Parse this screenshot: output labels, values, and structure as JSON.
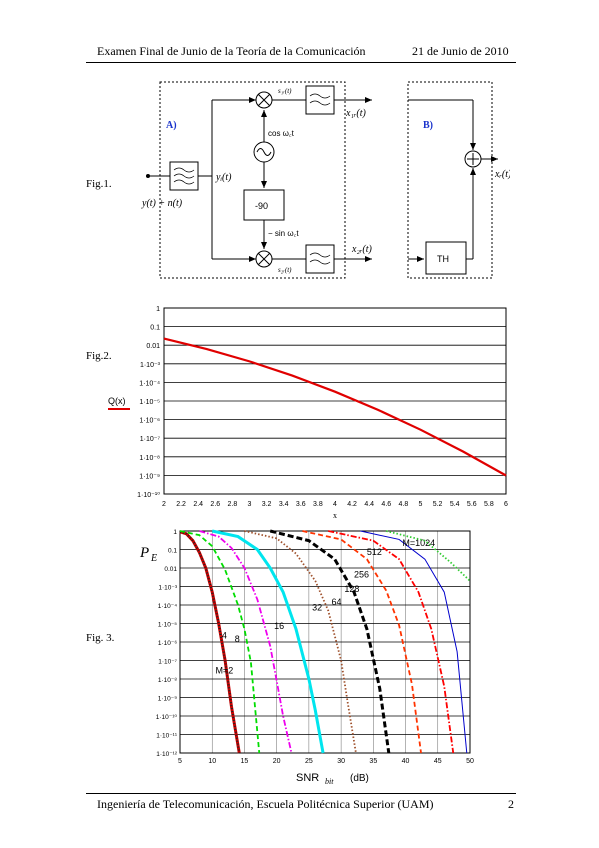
{
  "header": {
    "title": "Examen Final de Junio de la Teoría de la Comunicación",
    "date": "21 de Junio de 2010"
  },
  "footer": {
    "text": "Ingeniería de Telecomunicación, Escuela Politécnica Superior (UAM)",
    "page": "2"
  },
  "fig1": {
    "label": "Fig.1.",
    "box_a": "A)",
    "box_b": "B)",
    "input": "y(t) + n(t)",
    "yi": "yᵢ(t)",
    "s1r": "s₁ᵣ(t)",
    "x1r": "x₁ᵣ(t)",
    "cos": "cos ω꜀t",
    "shift": "-90",
    "sin": "− sin ω꜀t",
    "s2r": "s₂ᵣ(t)",
    "x2r": "x₂ᵣ(t)",
    "th": "TH",
    "xr": "xᵣ(t)"
  },
  "fig2": {
    "label": "Fig.2.",
    "legend": "Q(x)",
    "legend_color": "#e00000",
    "chart_data": {
      "type": "line",
      "xlabel": "x",
      "ylabel": "",
      "xlim": [
        2,
        6
      ],
      "ylim": [
        1e-10,
        1
      ],
      "yscale": "log",
      "grid": true,
      "x_ticks": [
        "2",
        "2.2",
        "2.4",
        "2.6",
        "2.8",
        "3",
        "3.2",
        "3.4",
        "3.6",
        "3.8",
        "4",
        "4.2",
        "4.4",
        "4.6",
        "4.8",
        "5",
        "5.2",
        "5.4",
        "5.6",
        "5.8",
        "6"
      ],
      "y_ticks": [
        "1",
        "0.1",
        "0.01",
        "1·10⁻³",
        "1·10⁻⁴",
        "1·10⁻⁵",
        "1·10⁻⁶",
        "1·10⁻⁷",
        "1·10⁻⁸",
        "1·10⁻⁹",
        "1·10⁻¹⁰"
      ],
      "series": [
        {
          "name": "Q(x)",
          "color": "#e00000",
          "x": [
            2,
            2.5,
            3,
            3.5,
            4,
            4.5,
            5,
            5.5,
            6
          ],
          "y": [
            0.0228,
            0.00621,
            0.00135,
            0.000233,
            3.17e-05,
            3.4e-06,
            2.87e-07,
            1.9e-08,
            9.87e-10
          ]
        }
      ]
    }
  },
  "fig3": {
    "label": "Fig. 3.",
    "ylabel": "P",
    "ylabel_sub": "E",
    "xlabel_main": "SNR",
    "xlabel_sub": "bit",
    "xlabel_unit": "(dB)",
    "chart_data": {
      "type": "line",
      "xlabel": "SNRbit (dB)",
      "xlim": [
        5,
        50
      ],
      "ylim": [
        1e-12,
        1
      ],
      "yscale": "log",
      "grid": true,
      "x_ticks": [
        "5",
        "10",
        "15",
        "20",
        "25",
        "30",
        "35",
        "40",
        "45",
        "50"
      ],
      "y_ticks": [
        "1",
        "0.1",
        "0.01",
        "1·10⁻³",
        "1·10⁻⁴",
        "1·10⁻⁵",
        "1·10⁻⁶",
        "1·10⁻⁷",
        "1·10⁻⁸",
        "1·10⁻⁹",
        "1·10⁻¹⁰",
        "1·10⁻¹¹",
        "1·10⁻¹²"
      ],
      "series": [
        {
          "name": "M=2",
          "label": "M=2",
          "color": "#cc0000",
          "style": "solid-thick",
          "x": [
            5,
            6,
            7,
            8,
            9,
            10,
            11,
            12,
            13,
            14.2
          ],
          "y": [
            0.9,
            0.7,
            0.3,
            0.07,
            0.01,
            0.0005,
            1e-05,
            1e-07,
            3e-10,
            1e-12
          ]
        },
        {
          "name": "4",
          "label": "4",
          "color": "#222222",
          "style": "dotted-thick",
          "x": [
            5,
            6,
            7,
            8,
            9,
            10,
            11,
            12,
            13,
            14.2
          ],
          "y": [
            0.9,
            0.7,
            0.3,
            0.07,
            0.01,
            0.0005,
            1e-05,
            1e-07,
            3e-10,
            1e-12
          ]
        },
        {
          "name": "8",
          "label": "8",
          "color": "#00dd00",
          "style": "dashed",
          "x": [
            5,
            8,
            10,
            12,
            14,
            15,
            16,
            17.3
          ],
          "y": [
            1,
            0.6,
            0.15,
            0.008,
            0.0001,
            5e-06,
            8e-08,
            1e-12
          ]
        },
        {
          "name": "16",
          "label": "16",
          "color": "#ee00ee",
          "style": "dashdot",
          "x": [
            8,
            11,
            13,
            15,
            17,
            19,
            20,
            21,
            22.3
          ],
          "y": [
            1,
            0.5,
            0.12,
            0.01,
            0.0002,
            6e-07,
            8e-09,
            1e-10,
            1e-12
          ]
        },
        {
          "name": "32",
          "label": "32",
          "color": "#00e5ee",
          "style": "solid-thick",
          "x": [
            10,
            14,
            17,
            19,
            21,
            23,
            25,
            26,
            27.2
          ],
          "y": [
            1,
            0.5,
            0.1,
            0.01,
            0.0005,
            5e-06,
            1e-08,
            2e-10,
            1e-12
          ]
        },
        {
          "name": "64",
          "label": "64",
          "color": "#a0522d",
          "style": "dotted",
          "x": [
            15,
            20,
            23,
            26,
            28,
            30,
            31,
            32.3
          ],
          "y": [
            1,
            0.4,
            0.06,
            0.002,
            5e-05,
            1e-07,
            6e-10,
            1e-12
          ]
        },
        {
          "name": "128",
          "label": "128",
          "color": "#000000",
          "style": "dashed-thick",
          "x": [
            19,
            25,
            29,
            32,
            34,
            36,
            37.4
          ],
          "y": [
            1,
            0.3,
            0.03,
            0.0005,
            5e-06,
            3e-09,
            1e-12
          ]
        },
        {
          "name": "256",
          "label": "256",
          "color": "#ff3300",
          "style": "dashed",
          "x": [
            24,
            30,
            34,
            37,
            39,
            41,
            42.4
          ],
          "y": [
            1,
            0.35,
            0.03,
            0.0006,
            8e-06,
            5e-09,
            1e-12
          ]
        },
        {
          "name": "512",
          "label": "512",
          "color": "#ff0000",
          "style": "dashdot",
          "x": [
            28,
            35,
            39,
            42,
            44,
            46,
            47.4
          ],
          "y": [
            1,
            0.3,
            0.03,
            0.0005,
            5e-06,
            4e-09,
            1e-12
          ]
        },
        {
          "name": "M=1024",
          "label": "M=1024",
          "color": "#0000cc",
          "style": "solid",
          "x": [
            33,
            39,
            43,
            46,
            48,
            49.5
          ],
          "y": [
            1,
            0.35,
            0.03,
            0.0005,
            3e-07,
            1e-12
          ]
        },
        {
          "name": "",
          "label": "",
          "color": "#33cc33",
          "style": "dotted",
          "x": [
            37,
            43,
            47,
            50
          ],
          "y": [
            1,
            0.3,
            0.02,
            0.002
          ]
        }
      ]
    }
  }
}
